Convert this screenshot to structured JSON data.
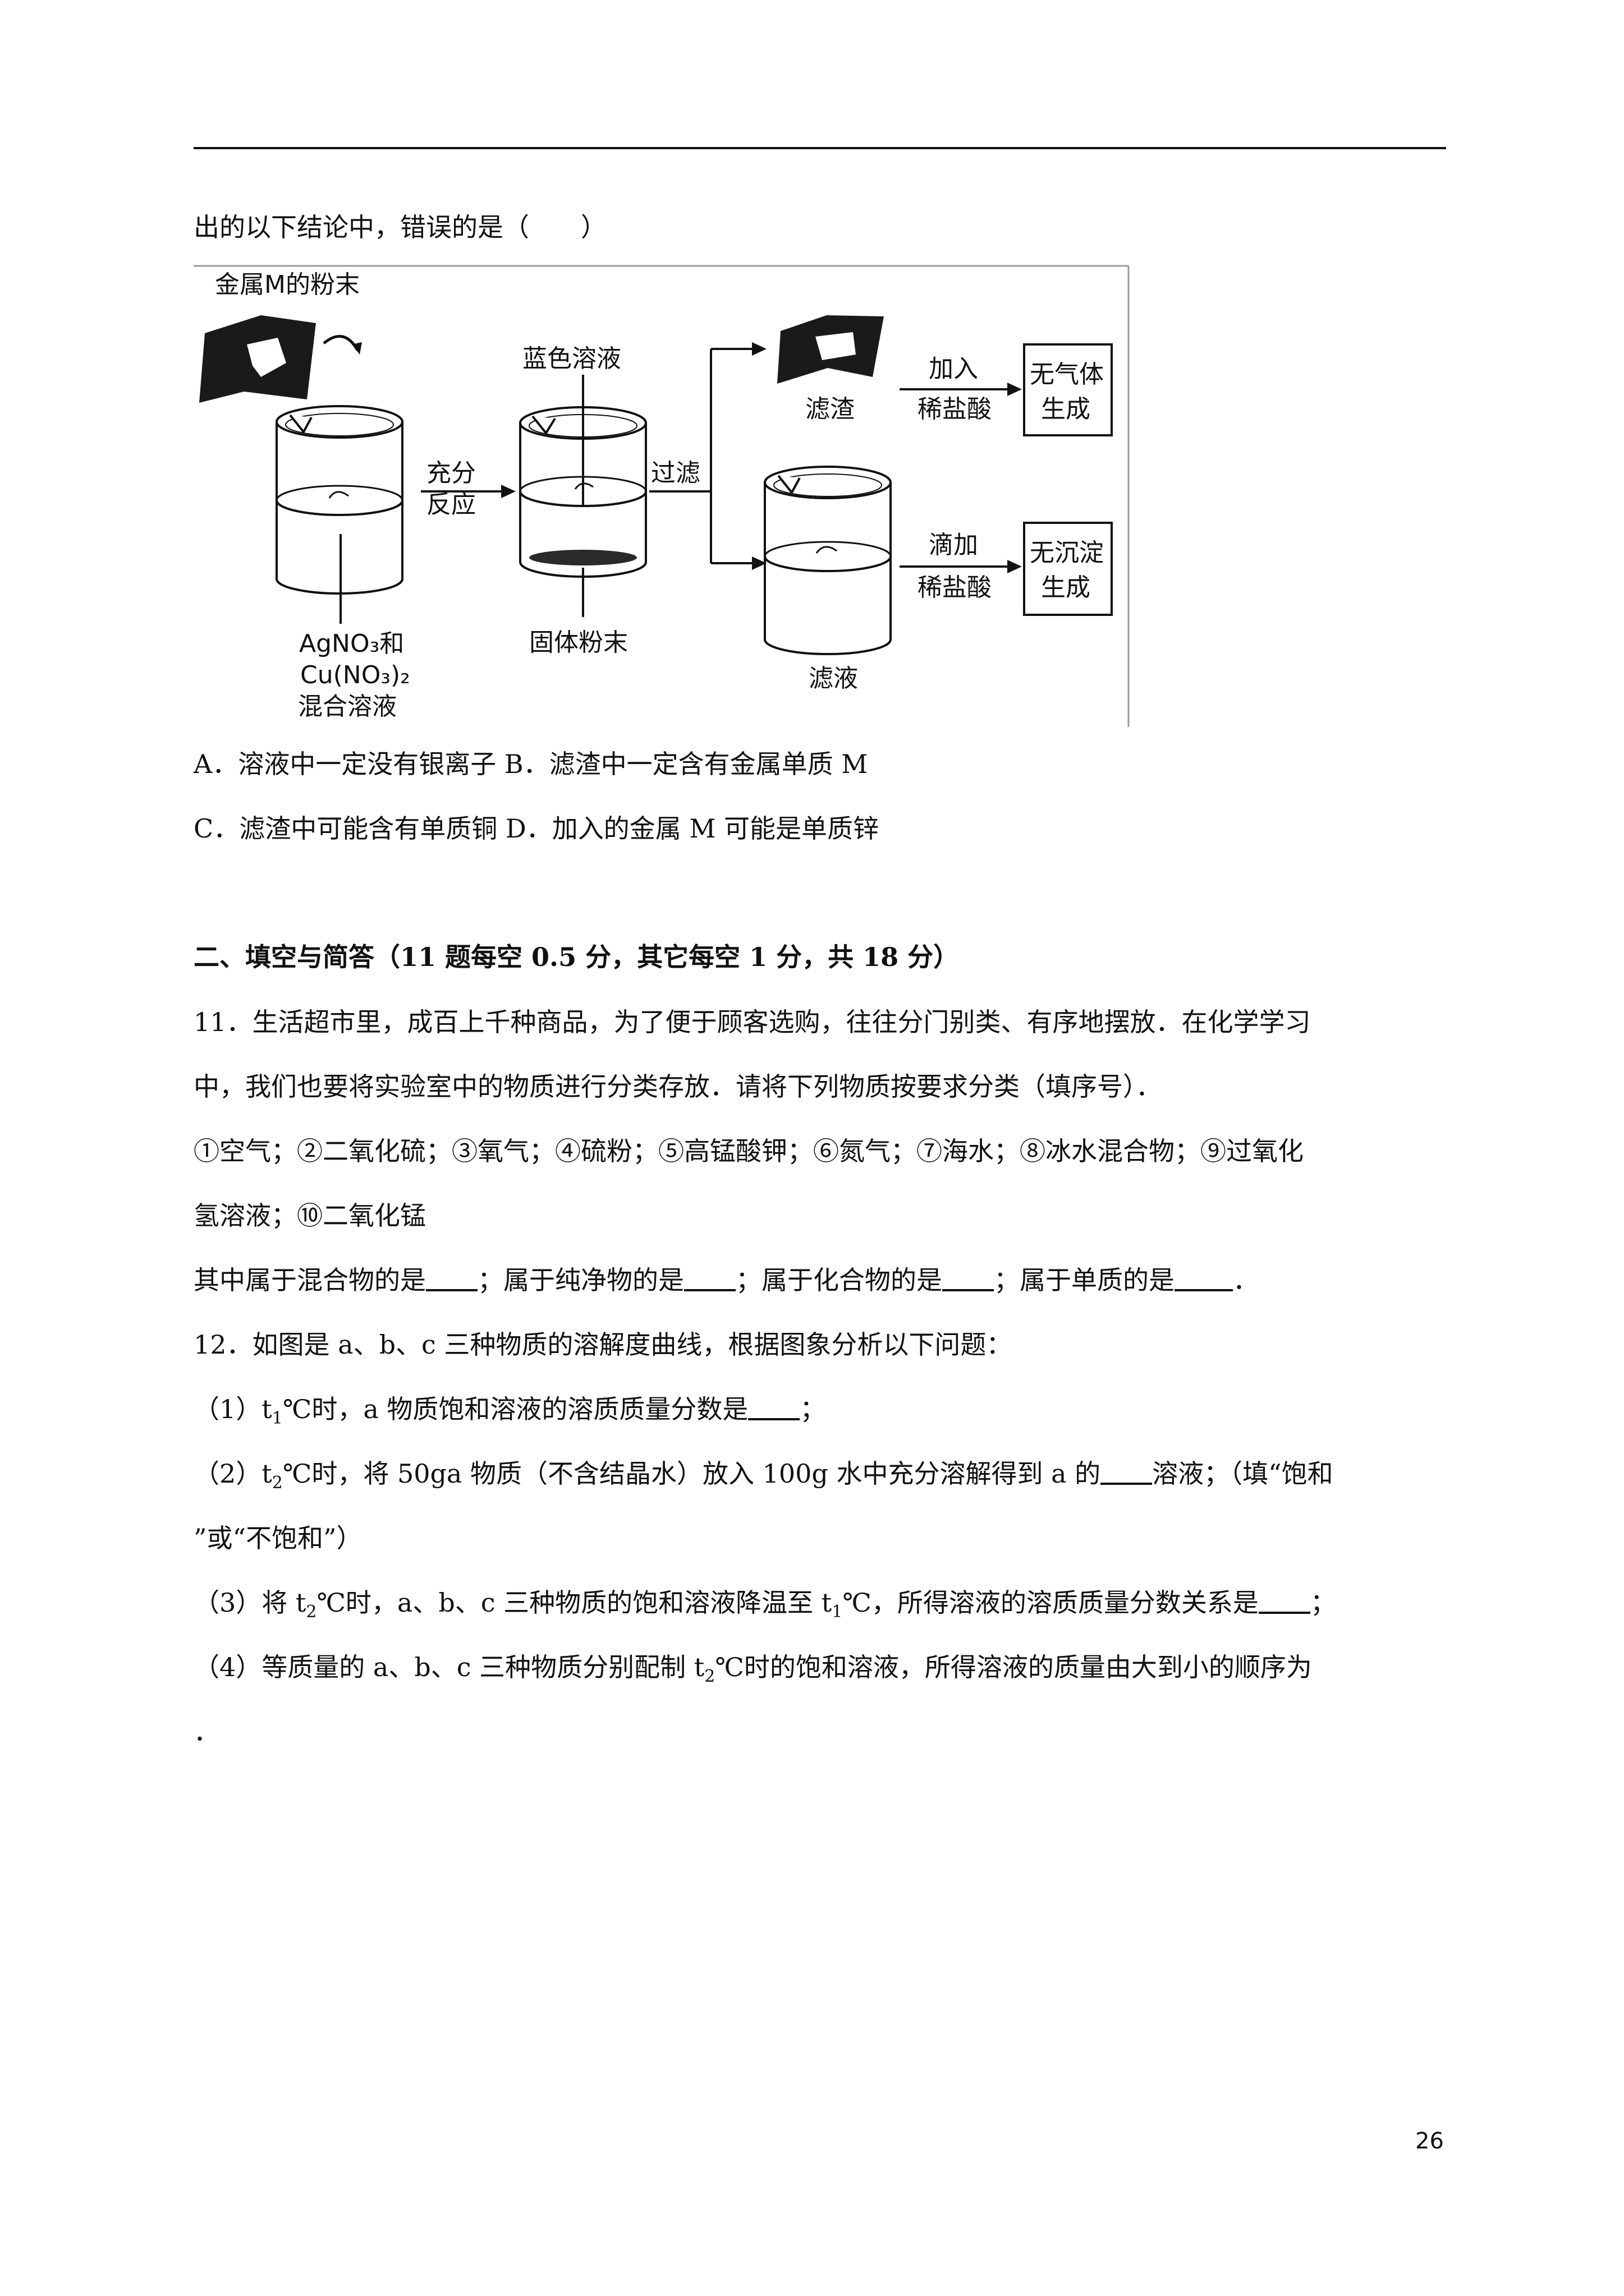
{
  "header_line": true,
  "question10": {
    "stem_tail": "出的以下结论中，错误的是（　　）",
    "figure": {
      "metal_label": "金属M的粉末",
      "blue_solution": "蓝色溶液",
      "react_top": "充分",
      "react_bottom": "反应",
      "filter": "过滤",
      "solid_powder": "固体粉末",
      "mixture_l1": "AgNO₃和",
      "mixture_l2": "Cu(NO₃)₂",
      "mixture_l3": "混合溶液",
      "residue": "滤渣",
      "filtrate": "滤液",
      "add_top": "加入",
      "add_bottom": "稀盐酸",
      "drop_top": "滴加",
      "drop_bottom": "稀盐酸",
      "no_gas_l1": "无气体",
      "no_gas_l2": "生成",
      "no_ppt_l1": "无沉淀",
      "no_ppt_l2": "生成"
    },
    "option_ab": "A．溶液中一定没有银离子 B．滤渣中一定含有金属单质 M",
    "option_cd": "C．滤渣中可能含有单质铜 D．加入的金属 M 可能是单质锌"
  },
  "section2_title": "二、填空与简答（11 题每空 0.5 分，其它每空 1 分，共 18 分）",
  "question11": {
    "line1": "11．生活超市里，成百上千种商品，为了便于顾客选购，往往分门别类、有序地摆放．在化学学习",
    "line2": "中，我们也要将实验室中的物质进行分类存放．请将下列物质按要求分类（填序号）．",
    "line3": "①空气；②二氧化硫；③氧气；④硫粉；⑤高锰酸钾；⑥氮气；⑦海水；⑧冰水混合物；⑨过氧化",
    "line4": "氢溶液；⑩二氧化锰",
    "q_mix": "其中属于混合物的是",
    "q_pure": "；属于纯净物的是",
    "q_compound": "；属于化合物的是",
    "q_element": "；属于单质的是",
    "q_end": "．"
  },
  "question12": {
    "stem": "12．如图是 a、b、c 三种物质的溶解度曲线，根据图象分析以下问题：",
    "p1_a": "（1）t",
    "p1_sub": "1",
    "p1_b": "℃时，a 物质饱和溶液的溶质质量分数是",
    "p1_end": "；",
    "p2_a": "（2）t",
    "p2_sub": "2",
    "p2_b": "℃时，将 50ga 物质（不含结晶水）放入 100g 水中充分溶解得到 a 的",
    "p2_c": "溶液；（填“饱和",
    "p2_line2": "”或“不饱和”）",
    "p3_a": "（3）将 t",
    "p3_sub1": "2",
    "p3_b": "℃时，a、b、c 三种物质的饱和溶液降温至 t",
    "p3_sub2": "1",
    "p3_c": "℃，所得溶液的溶质质量分数关系是",
    "p3_end": "；",
    "p4_a": "（4）等质量的 a、b、c 三种物质分别配制 t",
    "p4_sub": "2",
    "p4_b": "℃时的饱和溶液，所得溶液的质量由大到小的顺序为",
    "p4_line2": "．"
  },
  "page_number": "26"
}
